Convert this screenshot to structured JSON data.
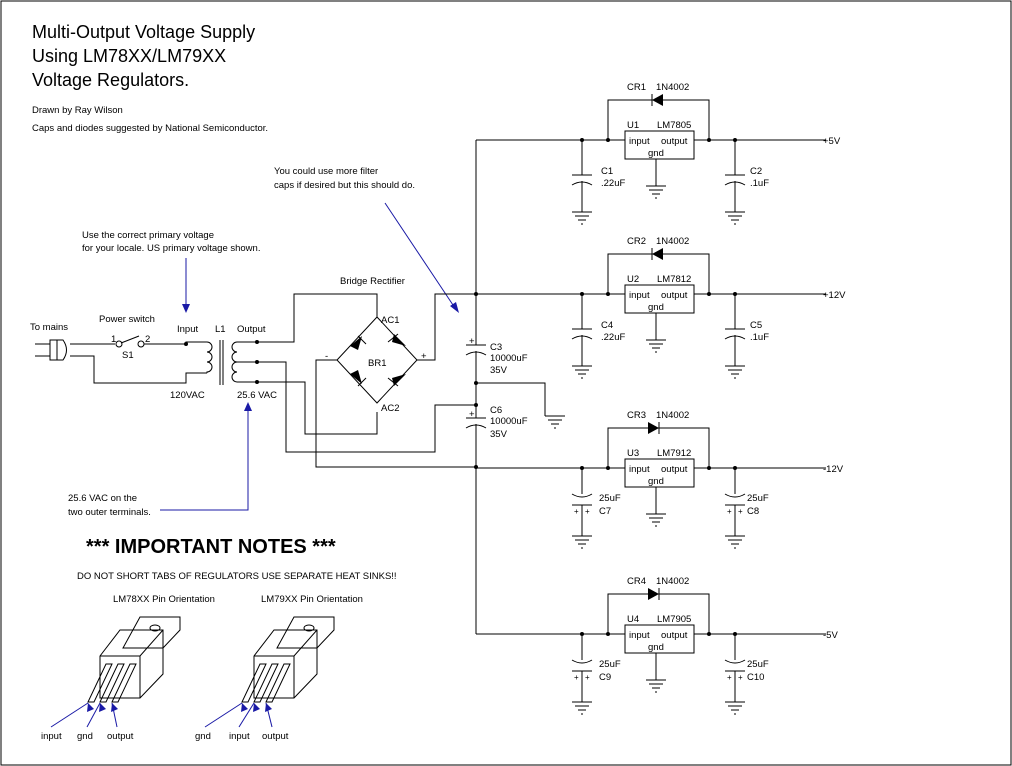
{
  "title": {
    "line1": "Multi-Output Voltage Supply",
    "line2": "Using LM78XX/LM79XX",
    "line3": "Voltage Regulators."
  },
  "credits": {
    "drawn_by": "Drawn by Ray Wilson",
    "caps_note": "Caps and diodes suggested by National Semiconductor."
  },
  "annotations": {
    "filter_caps": [
      "You could use more filter",
      "caps if desired but this should do."
    ],
    "primary_voltage": [
      "Use the correct primary voltage",
      "for your locale. US primary voltage shown."
    ],
    "secondary_voltage": [
      "25.6 VAC on the",
      "two outer terminals."
    ]
  },
  "input_stage": {
    "to_mains": "To mains",
    "power_switch": "Power switch",
    "switch_ref": "S1",
    "switch_pin1": "1",
    "switch_pin2": "2",
    "transformer_ref": "L1",
    "input_label": "Input",
    "output_label": "Output",
    "primary_v": "120VAC",
    "secondary_v": "25.6 VAC",
    "bridge_label": "Bridge Rectifier",
    "bridge_ref": "BR1",
    "ac1": "AC1",
    "ac2": "AC2",
    "plus": "+",
    "minus": "-"
  },
  "filter_caps": [
    {
      "ref": "C3",
      "value": "10000uF",
      "voltage": "35V"
    },
    {
      "ref": "C6",
      "value": "10000uF",
      "voltage": "35V"
    }
  ],
  "regulator_blocks": [
    {
      "diode_ref": "CR1",
      "diode_part": "1N4002",
      "reg_ref": "U1",
      "reg_part": "LM7805",
      "in_cap_ref": "C1",
      "in_cap_value": ".22uF",
      "out_cap_ref": "C2",
      "out_cap_value": ".1uF",
      "output": "+5V"
    },
    {
      "diode_ref": "CR2",
      "diode_part": "1N4002",
      "reg_ref": "U2",
      "reg_part": "LM7812",
      "in_cap_ref": "C4",
      "in_cap_value": ".22uF",
      "out_cap_ref": "C5",
      "out_cap_value": ".1uF",
      "output": "+12V"
    },
    {
      "diode_ref": "CR3",
      "diode_part": "1N4002",
      "reg_ref": "U3",
      "reg_part": "LM7912",
      "in_cap_ref": "C7",
      "in_cap_value": "25uF",
      "out_cap_ref": "C8",
      "out_cap_value": "25uF",
      "output": "-12V"
    },
    {
      "diode_ref": "CR4",
      "diode_part": "1N4002",
      "reg_ref": "U4",
      "reg_part": "LM7905",
      "in_cap_ref": "C9",
      "in_cap_value": "25uF",
      "out_cap_ref": "C10",
      "out_cap_value": "25uF",
      "output": "-5V"
    }
  ],
  "regulator_pins": {
    "input": "input",
    "output": "output",
    "gnd": "gnd"
  },
  "notes": {
    "heading": "*** IMPORTANT NOTES ***",
    "warning": "DO NOT SHORT TABS OF REGULATORS USE SEPARATE HEAT SINKS!!",
    "lm78_title": "LM78XX Pin Orientation",
    "lm79_title": "LM79XX Pin Orientation",
    "lm78_pins": [
      "input",
      "gnd",
      "output"
    ],
    "lm79_pins": [
      "gnd",
      "input",
      "output"
    ]
  }
}
